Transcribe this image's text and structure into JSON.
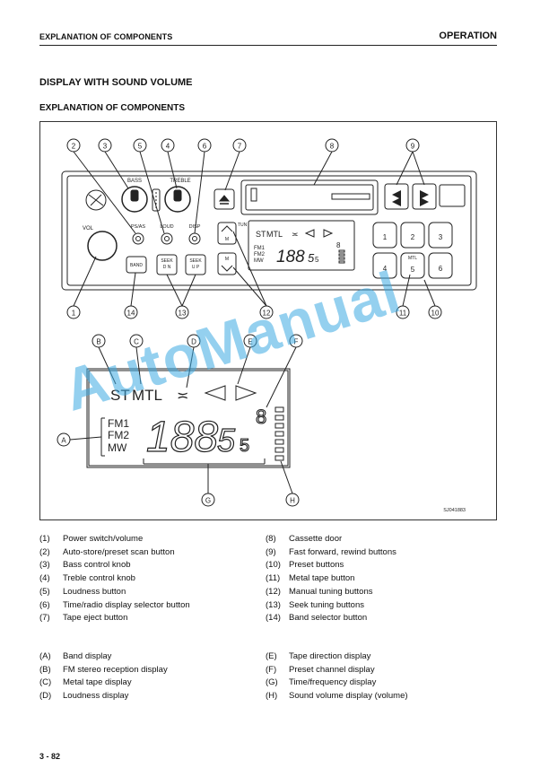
{
  "header": {
    "left": "EXPLANATION OF COMPONENTS",
    "right": "OPERATION"
  },
  "section_title": "DISPLAY WITH SOUND VOLUME",
  "sub_title": "EXPLANATION OF COMPONENTS",
  "figure": {
    "callouts_top": [
      "2",
      "3",
      "5",
      "4",
      "6",
      "7",
      "8",
      "9"
    ],
    "callouts_bottom": [
      "1",
      "14",
      "13",
      "12",
      "11",
      "10"
    ],
    "callouts_letters": [
      "B",
      "C",
      "D",
      "E",
      "F",
      "A",
      "G",
      "H"
    ],
    "knob_labels": {
      "bass": "BASS",
      "treble": "TREBLE"
    },
    "button_labels": {
      "vol": "VOL",
      "ps_as": "PS/AS",
      "loud": "LOUD",
      "disp": "DISP",
      "band": "BAND",
      "seek_dn": "SEEK",
      "seek_dn2": "D N",
      "seek_up": "SEEK",
      "seek_up2": "U P",
      "tun": "TUN",
      "mtl": "MTL"
    },
    "presets": [
      "1",
      "2",
      "3",
      "4",
      "5",
      "6"
    ],
    "display": {
      "st": "ST",
      "mtl": "MTL",
      "fm1": "FM1",
      "fm2": "FM2",
      "mw": "MW",
      "freq": "188",
      "freq2": "5",
      "small_s": "5",
      "preset_digit": "8"
    },
    "code": "SJ041883"
  },
  "legend_numbers": [
    {
      "n": "(1)",
      "t": "Power switch/volume"
    },
    {
      "n": "(2)",
      "t": "Auto-store/preset scan button"
    },
    {
      "n": "(3)",
      "t": "Bass control knob"
    },
    {
      "n": "(4)",
      "t": "Treble control knob"
    },
    {
      "n": "(5)",
      "t": "Loudness button"
    },
    {
      "n": "(6)",
      "t": "Time/radio display selector button"
    },
    {
      "n": "(7)",
      "t": "Tape eject button"
    },
    {
      "n": "(8)",
      "t": "Cassette door"
    },
    {
      "n": "(9)",
      "t": "Fast forward, rewind buttons"
    },
    {
      "n": "(10)",
      "t": "Preset buttons"
    },
    {
      "n": "(11)",
      "t": "Metal tape button"
    },
    {
      "n": "(12)",
      "t": "Manual tuning buttons"
    },
    {
      "n": "(13)",
      "t": "Seek tuning buttons"
    },
    {
      "n": "(14)",
      "t": "Band selector button"
    }
  ],
  "legend_letters": [
    {
      "n": "(A)",
      "t": "Band display"
    },
    {
      "n": "(B)",
      "t": "FM stereo reception display"
    },
    {
      "n": "(C)",
      "t": "Metal tape display"
    },
    {
      "n": "(D)",
      "t": "Loudness display"
    },
    {
      "n": "(E)",
      "t": "Tape direction display"
    },
    {
      "n": "(F)",
      "t": "Preset channel display"
    },
    {
      "n": "(G)",
      "t": "Time/frequency display"
    },
    {
      "n": "(H)",
      "t": "Sound volume display (volume)"
    }
  ],
  "page_number": "3 - 82",
  "watermark": "AutoManual"
}
